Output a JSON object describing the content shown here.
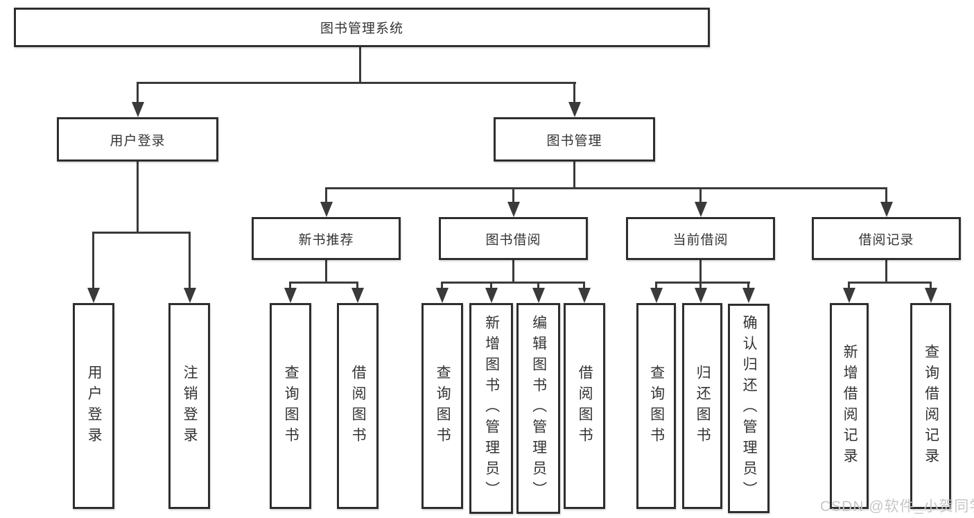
{
  "diagram": {
    "root": {
      "label": "图书管理系统"
    },
    "branches": [
      {
        "label": "用户登录",
        "children": [
          {
            "label": "用户登录"
          },
          {
            "label": "注销登录"
          }
        ]
      },
      {
        "label": "图书管理",
        "children": [
          {
            "label": "新书推荐",
            "children": [
              {
                "label": "查询图书"
              },
              {
                "label": "借阅图书"
              }
            ]
          },
          {
            "label": "图书借阅",
            "children": [
              {
                "label": "查询图书"
              },
              {
                "label": "新增图书（管理员）"
              },
              {
                "label": "编辑图书（管理员）"
              },
              {
                "label": "借阅图书"
              }
            ]
          },
          {
            "label": "当前借阅",
            "children": [
              {
                "label": "查询图书"
              },
              {
                "label": "归还图书"
              },
              {
                "label": "确认归还（管理员）"
              }
            ]
          },
          {
            "label": "借阅记录",
            "children": [
              {
                "label": "新增借阅记录"
              },
              {
                "label": "查询借阅记录"
              }
            ]
          }
        ]
      }
    ]
  },
  "watermark": {
    "text": "CSDN @软件_小贺同学"
  },
  "colors": {
    "line": "#3a3a3a",
    "border": "#2e2e2e",
    "text": "#333333",
    "background": "#ffffff",
    "watermark": "#c6c6c6"
  }
}
